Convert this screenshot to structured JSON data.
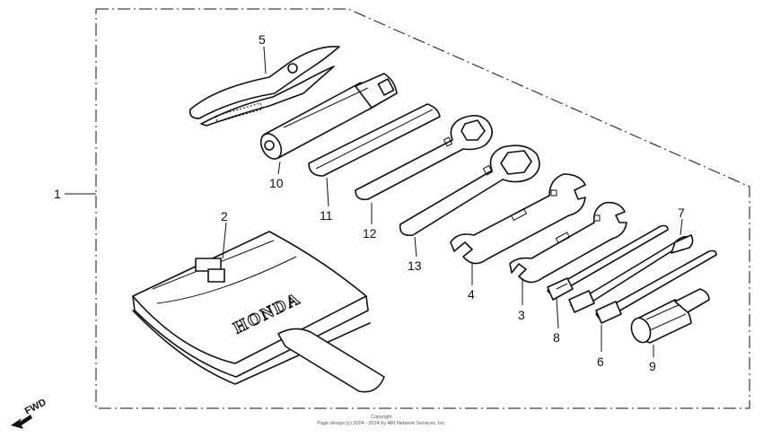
{
  "diagram": {
    "callouts": {
      "c1": "1",
      "c2": "2",
      "c3": "3",
      "c4": "4",
      "c5": "5",
      "c6": "6",
      "c7": "7",
      "c8": "8",
      "c9": "9",
      "c10": "10",
      "c11": "11",
      "c12": "12",
      "c13": "13"
    },
    "brand_text": "HONDA",
    "direction_label": "FWD"
  },
  "footer": {
    "line1": "Copyright",
    "line2": "Page design (c) 2004 - 2014 by ARI Network Services, Inc."
  }
}
